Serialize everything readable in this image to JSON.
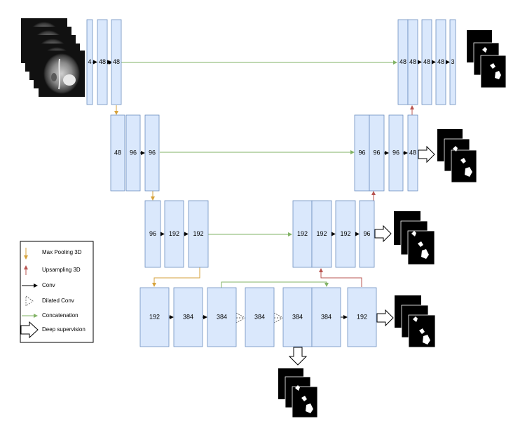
{
  "levels": [
    {
      "encoder": [
        "4",
        "48",
        "48"
      ],
      "decoder": [
        "48",
        "48",
        "48",
        "48",
        "3"
      ]
    },
    {
      "encoder": [
        "48",
        "96",
        "96"
      ],
      "decoder": [
        "96",
        "96",
        "96",
        "48"
      ]
    },
    {
      "encoder": [
        "96",
        "192",
        "192"
      ],
      "decoder": [
        "192",
        "192",
        "192",
        "96"
      ]
    },
    {
      "bottleneck": [
        "192",
        "384",
        "384",
        "384",
        "384",
        "384",
        "192"
      ]
    }
  ],
  "legend": {
    "items": [
      {
        "key": "maxpool",
        "label": "Max Pooling 3D",
        "color": "#d6a23b"
      },
      {
        "key": "upsample",
        "label": "Upsampling 3D",
        "color": "#b85450"
      },
      {
        "key": "conv",
        "label": "Conv",
        "color": "#000000"
      },
      {
        "key": "dilated",
        "label": "Dilated Conv",
        "color": "#555555"
      },
      {
        "key": "concat",
        "label": "Concatenation",
        "color": "#82b366"
      },
      {
        "key": "deepsup",
        "label": "Deep supervision",
        "color": "#000000"
      }
    ]
  },
  "colors": {
    "block_fill": "#dae8fc",
    "block_stroke": "#6c8ebf",
    "maxpool": "#d6a23b",
    "upsample": "#b85450",
    "concat": "#82b366"
  },
  "images": {
    "input": "brain-mri-slices",
    "outputs": "segmentation-mask-stacks"
  }
}
